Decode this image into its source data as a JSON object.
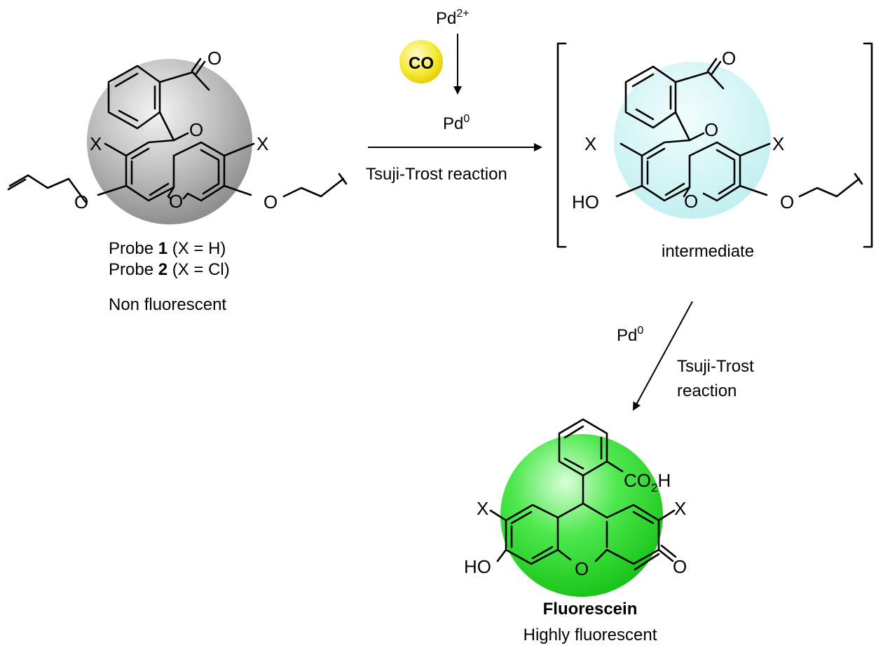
{
  "reagents": {
    "pd2": "Pd",
    "pd2_sup": "2+",
    "co": "CO",
    "pd0_top": "Pd",
    "pd0_top_sup": "0",
    "step1_label": "Tsuji-Trost reaction",
    "pd0_lower": "Pd",
    "pd0_lower_sup": "0",
    "step2_line1": "Tsuji-Trost",
    "step2_line2": "reaction"
  },
  "probe": {
    "line1_a": "Probe ",
    "line1_num": "1",
    "line1_b": " (X = H)",
    "line2_a": "Probe ",
    "line2_num": "2",
    "line2_b": " (X = Cl)",
    "status": "Non fluorescent"
  },
  "intermediate": {
    "label": "intermediate"
  },
  "product": {
    "name": "Fluorescein",
    "status": "Highly fluorescent"
  },
  "atoms": {
    "O": "O",
    "X": "X",
    "HO": "HO",
    "CO2H_a": "CO",
    "CO2H_sub": "2",
    "CO2H_b": "H"
  },
  "colors": {
    "probe_sphere": "#9a9a9a",
    "intermediate_sphere": "#c8f2f2",
    "product_sphere": "#22d622",
    "co_badge": "#f2e21c"
  }
}
